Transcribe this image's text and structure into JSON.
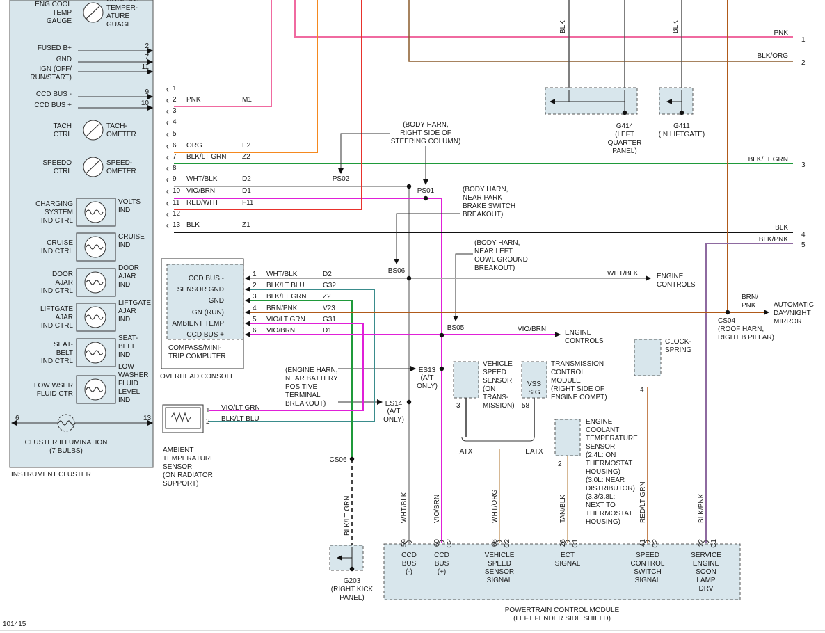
{
  "colors": {
    "pink": "#f06aa0",
    "orange": "#f5891f",
    "green": "#1f9a3a",
    "teal": "#3a8c8c",
    "magenta": "#e020d8",
    "red": "#e8322c",
    "black": "#111111",
    "gray": "#a8a8a8",
    "brown": "#b05a1a",
    "brown_dark": "#8a5a2a",
    "purple": "#8e6aa0",
    "tan": "#c8a070",
    "panel": "#d8e6ec"
  },
  "cluster": {
    "title": "INSTRUMENT CLUSTER",
    "illumination": [
      "CLUSTER ILLUMINATION",
      "(7 BULBS)"
    ],
    "illum_pins": [
      "6",
      "13"
    ],
    "gauges": [
      {
        "left": [
          "ENG COOL",
          "TEMP",
          "GAUGE"
        ],
        "right": [
          "COOLANT",
          "TEMPER-",
          "ATURE",
          "GUAGE"
        ]
      },
      {
        "left": [
          "TACH",
          "CTRL"
        ],
        "right": [
          "TACH-",
          "OMETER"
        ]
      },
      {
        "left": [
          "SPEEDO",
          "CTRL"
        ],
        "right": [
          "SPEED-",
          "OMETER"
        ]
      }
    ],
    "indicators": [
      {
        "left": [
          "CHARGING",
          "SYSTEM",
          "IND CTRL"
        ],
        "right": [
          "VOLTS",
          "IND"
        ]
      },
      {
        "left": [
          "CRUISE",
          "IND CTRL"
        ],
        "right": [
          "CRUISE",
          "IND"
        ]
      },
      {
        "left": [
          "DOOR",
          "AJAR",
          "IND CTRL"
        ],
        "right": [
          "DOOR",
          "AJAR",
          "IND"
        ]
      },
      {
        "left": [
          "LIFTGATE",
          "AJAR",
          "IND CTRL"
        ],
        "right": [
          "LIFTGATE",
          "AJAR",
          "IND"
        ]
      },
      {
        "left": [
          "SEAT-",
          "BELT",
          "IND CTRL"
        ],
        "right": [
          "SEAT-",
          "BELT",
          "IND"
        ]
      },
      {
        "left": [
          "LOW WSHR",
          "FLUID CTR"
        ],
        "right": [
          "LOW",
          "WASHER",
          "FLUID",
          "LEVEL",
          "IND"
        ]
      }
    ],
    "pins": [
      {
        "label": "FUSED B+",
        "num": "2"
      },
      {
        "label": "GND",
        "num": "7"
      },
      {
        "label": "IGN (OFF/",
        "num": "11"
      },
      {
        "label": "RUN/START)",
        "num": ""
      },
      {
        "label": "CCD BUS -",
        "num": "9"
      },
      {
        "label": "CCD BUS +",
        "num": "10"
      }
    ]
  },
  "connector_m": {
    "pins": [
      "1",
      "2",
      "3",
      "4",
      "5",
      "6",
      "7",
      "8",
      "9",
      "10",
      "11",
      "12",
      "13"
    ],
    "colors": [
      "",
      "PNK",
      "",
      "",
      "",
      "ORG",
      "BLK/LT GRN",
      "",
      "WHT/BLK",
      "VIO/BRN",
      "RED/WHT",
      "",
      "BLK"
    ],
    "circuits": [
      "",
      "M1",
      "",
      "",
      "",
      "E2",
      "Z2",
      "",
      "D2",
      "D1",
      "F11",
      "",
      "Z1"
    ]
  },
  "right_edge": {
    "wires": [
      {
        "label": "PNK",
        "num": "1"
      },
      {
        "label": "BLK/ORG",
        "num": "2"
      },
      {
        "label": "BLK/LT GRN",
        "num": "3"
      },
      {
        "label": "BLK",
        "num": "4"
      },
      {
        "label": "BLK/PNK",
        "num": "5"
      }
    ]
  },
  "top_grounds": {
    "wire_label": "BLK",
    "g414": [
      "G414",
      "(LEFT",
      "QUARTER",
      "PANEL)"
    ],
    "g411": [
      "G411",
      "(IN LIFTGATE)"
    ]
  },
  "splices": {
    "ps02": "PS02",
    "ps01": "PS01",
    "bs06": "BS06",
    "bs05": "BS05",
    "es13": "ES13",
    "es14": "ES14",
    "cs06": "CS06",
    "cs04": "CS04"
  },
  "notes": {
    "ps01": [
      "(BODY HARN,",
      "RIGHT SIDE OF",
      "STEERING COLUMN)"
    ],
    "bs06": [
      "(BODY HARN,",
      "NEAR PARK",
      "BRAKE SWITCH",
      "BREAKOUT)"
    ],
    "bs05": [
      "(BODY HARN,",
      "NEAR LEFT",
      "COWL GROUND",
      "BREAKOUT)"
    ],
    "es13": [
      "(ENGINE HARN,",
      "NEAR BATTERY",
      "POSITIVE",
      "TERMINAL",
      "BREAKOUT)"
    ],
    "es13_tag": [
      "(A/T",
      "ONLY)"
    ],
    "es14_tag": [
      "(A/T",
      "ONLY)"
    ],
    "cs04": [
      "CS04",
      "(ROOF HARN,",
      "RIGHT B PILLAR)"
    ]
  },
  "overhead": {
    "title": "OVERHEAD CONSOLE",
    "module": [
      "COMPASS/MINI-",
      "TRIP COMPUTER"
    ],
    "pins": [
      {
        "label": "CCD BUS -",
        "num": "1",
        "color": "WHT/BLK",
        "circuit": "D2"
      },
      {
        "label": "SENSOR GND",
        "num": "2",
        "color": "BLK/LT BLU",
        "circuit": "G32"
      },
      {
        "label": "GND",
        "num": "3",
        "color": "BLK/LT GRN",
        "circuit": "Z2"
      },
      {
        "label": "IGN (RUN)",
        "num": "4",
        "color": "BRN/PNK",
        "circuit": "V23"
      },
      {
        "label": "AMBIENT TEMP",
        "num": "5",
        "color": "VIO/LT GRN",
        "circuit": "G31"
      },
      {
        "label": "CCD BUS +",
        "num": "6",
        "color": "VIO/BRN",
        "circuit": "D1"
      }
    ]
  },
  "ambient_sensor": {
    "label": [
      "AMBIENT",
      "TEMPERATURE",
      "SENSOR",
      "(ON RADIATOR",
      "SUPPORT)"
    ],
    "pins": [
      {
        "num": "1",
        "color": "VIO/LT GRN"
      },
      {
        "num": "2",
        "color": "BLK/LT BLU"
      }
    ]
  },
  "outputs": {
    "engine_controls_1": [
      "ENGINE",
      "CONTROLS"
    ],
    "engine_controls_1_wire": "WHT/BLK",
    "engine_controls_2": [
      "ENGINE",
      "CONTROLS"
    ],
    "engine_controls_2_wire": "VIO/BRN",
    "mirror": [
      "AUTOMATIC",
      "DAY/NIGHT",
      "MIRROR"
    ],
    "mirror_wire": [
      "BRN/",
      "PNK"
    ]
  },
  "sensors": {
    "vss": {
      "label": [
        "VEHICLE",
        "SPEED",
        "SENSOR",
        "(ON",
        "TRANS-",
        "MISSION)"
      ],
      "pin": "3"
    },
    "tcm": {
      "label": [
        "TRANSMISSION",
        "CONTROL",
        "MODULE",
        "(RIGHT SIDE OF",
        "ENGINE COMPT)"
      ],
      "inner": [
        "VSS",
        "SIG"
      ],
      "pin": "58"
    },
    "atx": "ATX",
    "eatx": "EATX",
    "ect": {
      "label": [
        "ENGINE",
        "COOLANT",
        "TEMPERATURE",
        "SENSOR",
        "(2.4L: ON",
        "THERMOSTAT",
        "HOUSING)",
        "(3.0L: NEAR",
        "DISTRIBUTOR)",
        "(3.3/3.8L:",
        "NEXT TO",
        "THERMOSTAT",
        "HOUSING)"
      ],
      "pin": "2"
    },
    "clockspring": {
      "label": [
        "CLOCK-",
        "SPRING"
      ],
      "pin": "4"
    }
  },
  "g203": {
    "wire": "BLK/LT GRN",
    "label": [
      "G203",
      "(RIGHT KICK",
      "PANEL)"
    ]
  },
  "pcm": {
    "title": [
      "POWERTRAIN CONTROL MODULE",
      "(LEFT FENDER SIDE SHIELD)"
    ],
    "pins": [
      {
        "wire": "WHT/BLK",
        "num": "59",
        "conn": "",
        "label": [
          "CCD",
          "BUS",
          "(-)"
        ]
      },
      {
        "wire": "VIO/BRN",
        "num": "60",
        "conn": "C2",
        "label": [
          "CCD",
          "BUS",
          "(+)"
        ]
      },
      {
        "wire": "WHT/ORG",
        "num": "66",
        "conn": "C2",
        "label": [
          "VEHICLE",
          "SPEED",
          "SENSOR",
          "SIGNAL"
        ]
      },
      {
        "wire": "TAN/BLK",
        "num": "26",
        "conn": "C1",
        "label": [
          "ECT",
          "SIGNAL"
        ]
      },
      {
        "wire": "RED/LT GRN",
        "num": "41",
        "conn": "C2",
        "label": [
          "SPEED",
          "CONTROL",
          "SWITCH",
          "SIGNAL"
        ]
      },
      {
        "wire": "BLK/PNK",
        "num": "22",
        "conn": "C1",
        "label": [
          "SERVICE",
          "ENGINE",
          "SOON",
          "LAMP",
          "DRV"
        ]
      }
    ]
  },
  "figure_id": "101415"
}
